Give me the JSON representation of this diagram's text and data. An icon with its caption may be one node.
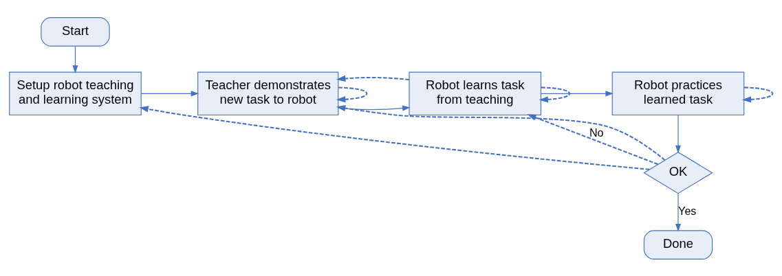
{
  "diagram": {
    "nodes": [
      {
        "text": [
          "Start"
        ]
      },
      {
        "text": [
          "Setup robot teaching and learning system"
        ]
      },
      {
        "text": [
          "Teacher demonstrates new task to robot"
        ]
      },
      {
        "text": [
          "Robot learns task from teaching"
        ]
      },
      {
        "text": [
          "Robot practices learned task"
        ]
      },
      {
        "text": [
          "OK"
        ]
      },
      {
        "text": [
          "Done"
        ]
      }
    ],
    "edges": [
      {
        "from": 0,
        "to": 1,
        "arrow": "to"
      },
      {
        "from": 1,
        "to": 2,
        "arrow": "to"
      },
      {
        "from": 2,
        "to": 3,
        "arrow": "to"
      },
      {
        "from": 3,
        "to": 4,
        "arrow": "to"
      },
      {
        "from": 4,
        "to": 5,
        "arrow": "to"
      },
      {
        "from": 5,
        "to": 6,
        "arrow": "to",
        "label": "Yes"
      },
      {
        "from": 5,
        "to": 3,
        "arrow": "to",
        "label": "No",
        "style": "dashed"
      },
      {
        "from": 5,
        "to": 2,
        "arrow": "to",
        "style": "dashed"
      },
      {
        "from": 5,
        "to": 1,
        "arrow": "to",
        "style": "dashed"
      },
      {
        "from": 2,
        "to": 2,
        "arrow": "to",
        "style": "dashed"
      },
      {
        "from": 3,
        "to": 3,
        "arrow": "to",
        "style": "dashed"
      },
      {
        "from": 3,
        "to": 2,
        "arrow": "to",
        "style": "dashed"
      },
      {
        "from": 4,
        "to": 4,
        "arrow": "to",
        "style": "dashed"
      }
    ]
  }
}
